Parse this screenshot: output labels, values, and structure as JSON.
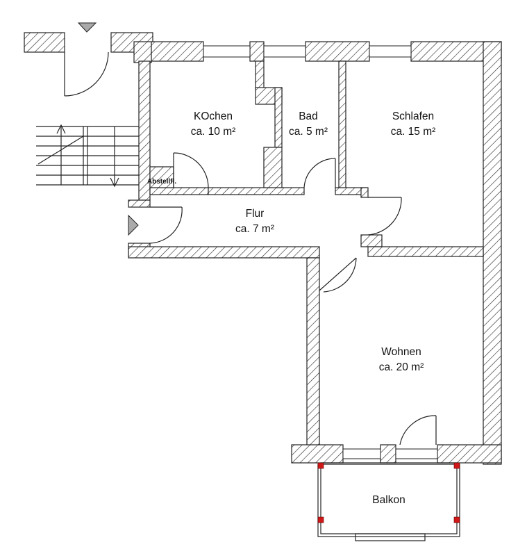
{
  "rooms": {
    "kitchen": {
      "name": "KOchen",
      "area": "ca. 10 m²"
    },
    "bath": {
      "name": "Bad",
      "area": "ca. 5 m²"
    },
    "bedroom": {
      "name": "Schlafen",
      "area": "ca. 15 m²"
    },
    "hall": {
      "name": "Flur",
      "area": "ca. 7 m²"
    },
    "living": {
      "name": "Wohnen",
      "area": "ca. 20 m²"
    },
    "storage": {
      "name": "Abstellfl."
    },
    "balcony": {
      "name": "Balkon"
    }
  },
  "colors": {
    "wall_stroke": "#222222",
    "balcony_post": "#d01818"
  },
  "icons": [
    "entrance-marker-icon",
    "stair-arrow-icon"
  ]
}
